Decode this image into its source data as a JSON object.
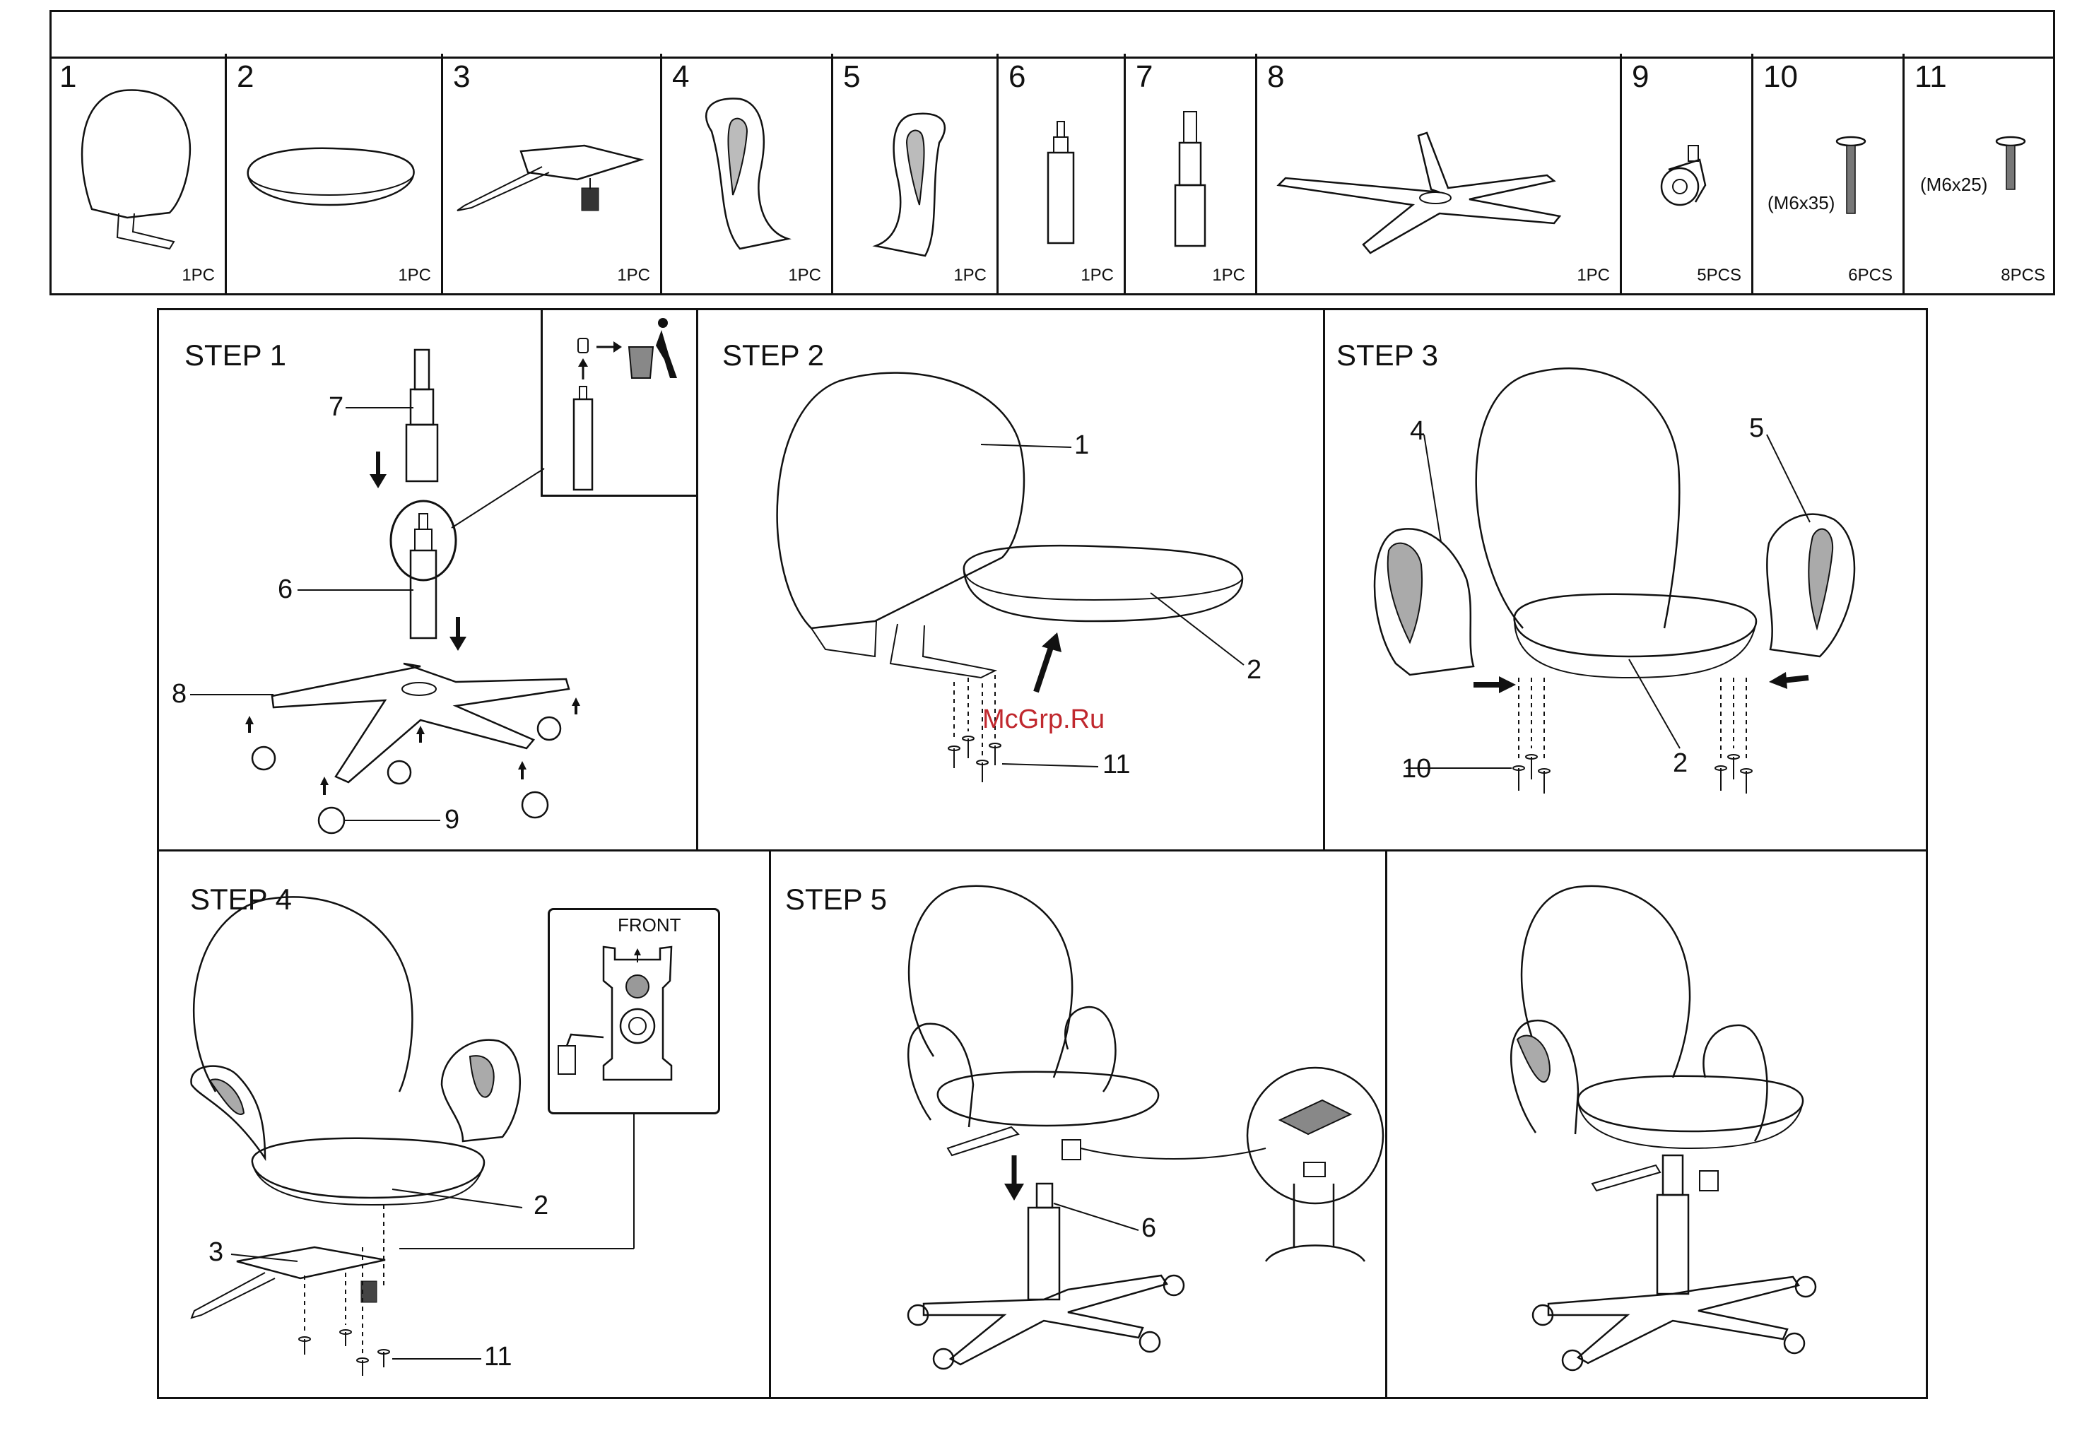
{
  "parts": [
    {
      "num": "1",
      "qty": "1PC",
      "icon": "backrest-icon"
    },
    {
      "num": "2",
      "qty": "1PC",
      "icon": "seat-icon"
    },
    {
      "num": "3",
      "qty": "1PC",
      "icon": "mechanism-icon"
    },
    {
      "num": "4",
      "qty": "1PC",
      "icon": "left-armrest-icon"
    },
    {
      "num": "5",
      "qty": "1PC",
      "icon": "right-armrest-icon"
    },
    {
      "num": "6",
      "qty": "1PC",
      "icon": "gas-cylinder-icon"
    },
    {
      "num": "7",
      "qty": "1PC",
      "icon": "cylinder-cover-icon"
    },
    {
      "num": "8",
      "qty": "1PC",
      "icon": "base-icon"
    },
    {
      "num": "9",
      "qty": "5PCS",
      "icon": "caster-icon"
    },
    {
      "num": "10",
      "qty": "6PCS",
      "spec": "(M6x35)",
      "icon": "screw-icon"
    },
    {
      "num": "11",
      "qty": "8PCS",
      "spec": "(M6x25)",
      "icon": "screw-icon"
    }
  ],
  "steps": {
    "s1": {
      "title": "STEP 1",
      "labels": {
        "l7": "7",
        "l6": "6",
        "l8": "8",
        "l9": "9"
      }
    },
    "s2": {
      "title": "STEP 2",
      "labels": {
        "l1": "1",
        "l2": "2",
        "l11": "11"
      }
    },
    "s3": {
      "title": "STEP 3",
      "labels": {
        "l4": "4",
        "l5": "5",
        "l10": "10",
        "l2": "2"
      }
    },
    "s4": {
      "title": "STEP 4",
      "front": "FRONT",
      "labels": {
        "l2": "2",
        "l3": "3",
        "l11": "11"
      }
    },
    "s5": {
      "title": "STEP 5",
      "labels": {
        "l6": "6"
      }
    }
  },
  "watermark": "McGrp.Ru"
}
